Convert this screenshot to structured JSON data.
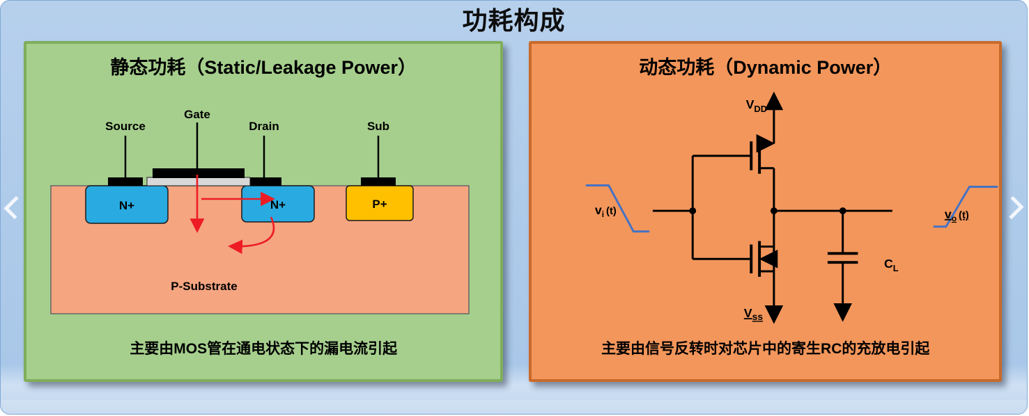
{
  "slide": {
    "title": "功耗构成"
  },
  "static_panel": {
    "title": "静态功耗（Static/Leakage Power）",
    "caption": "主要由MOS管在通电状态下的漏电流引起",
    "labels": {
      "source": "Source",
      "gate": "Gate",
      "drain": "Drain",
      "sub": "Sub",
      "n_left": "N+",
      "n_right": "N+",
      "p_plus": "P+",
      "substrate": "P-Substrate"
    },
    "colors": {
      "panel_bg": "#a6cf8d",
      "panel_border": "#7fae5a",
      "substrate": "#f5a580",
      "n_region": "#29abe2",
      "p_region": "#ffc000",
      "leakage_arrow": "#ed1c24"
    }
  },
  "dynamic_panel": {
    "title": "动态功耗（Dynamic Power）",
    "caption": "主要由信号反转时对芯片中的寄生RC的充放电引起",
    "labels": {
      "vdd_main": "V",
      "vdd_sub": "DD",
      "vss_main": "V",
      "vss_sub": "ss",
      "vi_main": "v",
      "vi_sub": "i",
      "vi_t": "(t)",
      "vo_main": "v",
      "vo_sub": "o",
      "vo_t": "(t)",
      "cl_main": "C",
      "cl_sub": "L"
    },
    "colors": {
      "panel_bg": "#f3965b",
      "panel_border": "#c96a2b",
      "signal": "#4472c4"
    }
  },
  "background": {
    "slide_bg": "#aecbe9"
  }
}
